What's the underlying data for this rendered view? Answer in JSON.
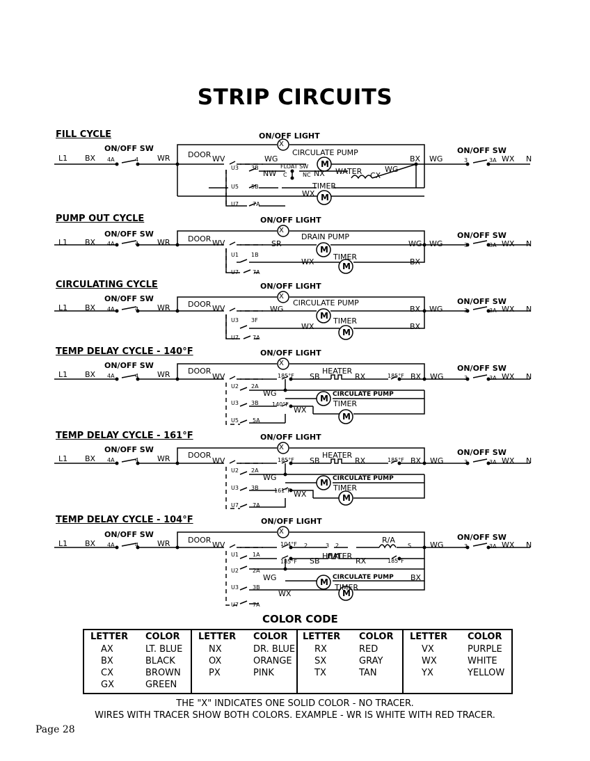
{
  "page_title": "STRIP CIRCUITS",
  "common": {
    "on_off_light": "ON/OFF LIGHT",
    "on_off_sw": "ON/OFF SW",
    "l1": "L1",
    "bx": "BX",
    "t4a": "4A",
    "t4": "4",
    "wr": "WR",
    "door": "DOOR",
    "wv": "WV",
    "wg": "WG",
    "t3": "3",
    "t3a": "3A",
    "wx": "WX",
    "n": "N",
    "motor": "M",
    "light_x": "X"
  },
  "circuits": [
    {
      "title": "FILL CYCLE",
      "labels": {
        "circulate_pump": "CIRCULATE PUMP",
        "u3": "U3",
        "t3b": "3B",
        "wg": "WG",
        "float_sw": "FLOAT SW",
        "nw": "NW",
        "c": "C",
        "nc": "NC",
        "nx": "NX",
        "water": "WATER",
        "cx": "CX",
        "wg2": "WG",
        "u5": "U5",
        "t5b": "5B",
        "wx": "WX",
        "timer": "TIMER",
        "u7": "U7",
        "t7a": "7A",
        "bx": "BX"
      }
    },
    {
      "title": "PUMP OUT CYCLE",
      "labels": {
        "drain_pump": "DRAIN PUMP",
        "sr": "SR",
        "u1": "U1",
        "t1b": "1B",
        "wx": "WX",
        "timer": "TIMER",
        "u7": "U7",
        "t7a": "7A",
        "wg": "WG",
        "bx": "BX"
      }
    },
    {
      "title": "CIRCULATING CYCLE",
      "labels": {
        "circulate_pump": "CIRCULATE PUMP",
        "wg": "WG",
        "u3": "U3",
        "t3f": "3F",
        "wx": "WX",
        "timer": "TIMER",
        "u7": "U7",
        "t7a": "7A",
        "bx": "BX",
        "bx2": "BX"
      }
    },
    {
      "title": "TEMP DELAY CYCLE - 140°F",
      "labels": {
        "t185a": "185°F",
        "sb": "SB",
        "heater": "HEATER",
        "rx": "RX",
        "t185b": "185°F",
        "bx": "BX",
        "u2": "U2",
        "t2a": "2A",
        "wg": "WG",
        "circ_pump": "CIRCULATE PUMP",
        "u3": "U3",
        "t3b": "3B",
        "t140": "140°F",
        "wx": "WX",
        "timer": "TIMER",
        "u5": "U5",
        "t5a": "5A"
      }
    },
    {
      "title": "TEMP DELAY CYCLE - 161°F",
      "labels": {
        "t185a": "185°F",
        "sb": "SB",
        "heater": "HEATER",
        "rx": "RX",
        "t185b": "185°F",
        "bx": "BX",
        "u2": "U2",
        "t2a": "2A",
        "wg": "WG",
        "circ_pump": "CIRCULATE PUMP",
        "u3": "U3",
        "t3b": "3B",
        "t161": "161°F",
        "wx": "WX",
        "timer": "TIMER",
        "u7": "U7",
        "t7a": "7A"
      }
    },
    {
      "title": "TEMP DELAY CYCLE - 104°F",
      "labels": {
        "t104": "104°F",
        "n2": "2",
        "n3": "3",
        "n2b": "2",
        "ra": "R/A",
        "s": "S",
        "u1": "U1",
        "t1a": "1A",
        "t185a": "185°F",
        "sb": "SB",
        "heater": "HEATER",
        "rx": "RX",
        "t185b": "185°F",
        "u2": "U2",
        "t2a": "2A",
        "wg": "WG",
        "circ_pump": "CIRCULATE PUMP",
        "bx": "BX",
        "u3": "U3",
        "t3b": "3B",
        "wx": "WX",
        "timer": "TIMER",
        "u7": "U7",
        "t7a": "7A"
      }
    }
  ],
  "color_code": {
    "title": "COLOR CODE",
    "header_letter": "LETTER",
    "header_color": "COLOR",
    "groups": [
      [
        [
          "AX",
          "LT. BLUE"
        ],
        [
          "BX",
          "BLACK"
        ],
        [
          "CX",
          "BROWN"
        ],
        [
          "GX",
          "GREEN"
        ]
      ],
      [
        [
          "NX",
          "DR. BLUE"
        ],
        [
          "OX",
          "ORANGE"
        ],
        [
          "PX",
          "PINK"
        ]
      ],
      [
        [
          "RX",
          "RED"
        ],
        [
          "SX",
          "GRAY"
        ],
        [
          "TX",
          "TAN"
        ]
      ],
      [
        [
          "VX",
          "PURPLE"
        ],
        [
          "WX",
          "WHITE"
        ],
        [
          "YX",
          "YELLOW"
        ]
      ]
    ]
  },
  "notes": [
    "THE \"X\" INDICATES ONE SOLID COLOR - NO TRACER.",
    "WIRES WITH TRACER SHOW BOTH COLORS. EXAMPLE - WR IS WHITE WITH RED TRACER."
  ],
  "page_number": "Page 28"
}
